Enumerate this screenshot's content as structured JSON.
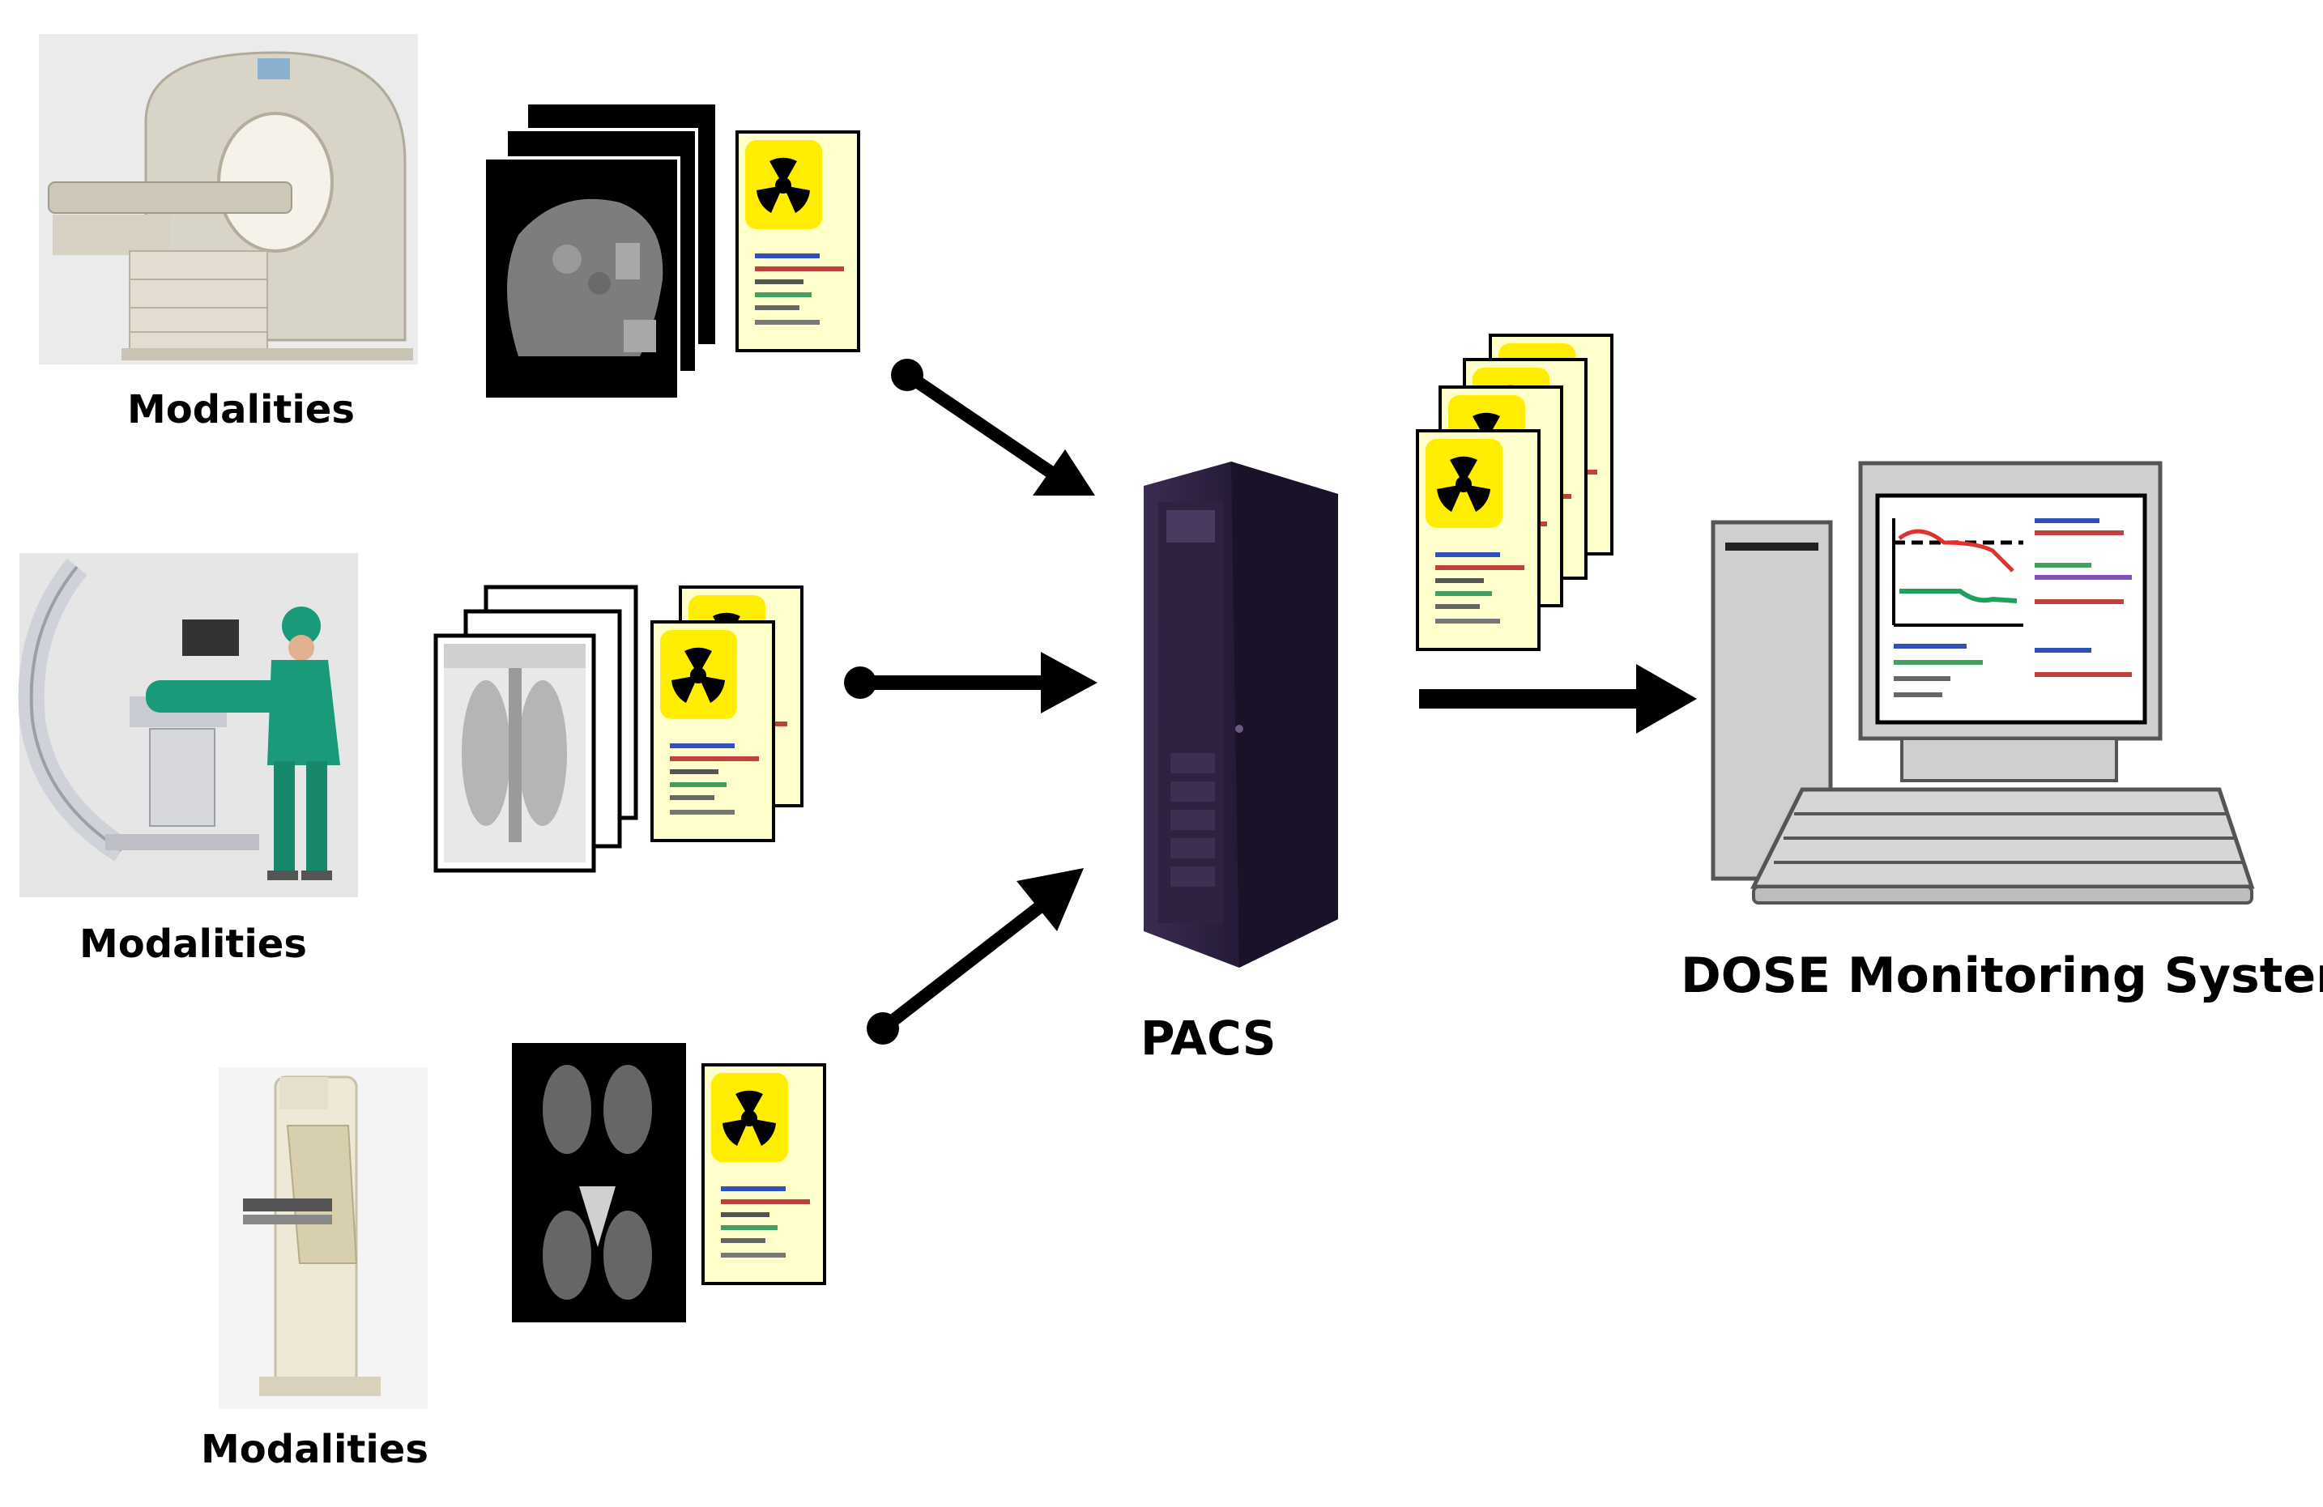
{
  "labels": {
    "modality_ct": "Modalities",
    "modality_angio": "Modalities",
    "modality_mammo": "Modalities",
    "pacs": "PACS",
    "dose_system": "DOSE Monitoring System"
  },
  "icons": {
    "ct_scanner": "ct-scanner-icon",
    "angiography": "angiography-icon",
    "mammography": "mammography-icon",
    "dose_report": "radiation-dose-report-icon",
    "server": "pacs-server-icon",
    "workstation": "computer-workstation-icon"
  },
  "colors": {
    "report_paper": "#ffffcc",
    "radiation_badge": "#ffee00",
    "server": "#2b1f3d",
    "scrub_green": "#1a9a7a",
    "chart_red": "#e03030",
    "chart_green": "#20a060"
  }
}
